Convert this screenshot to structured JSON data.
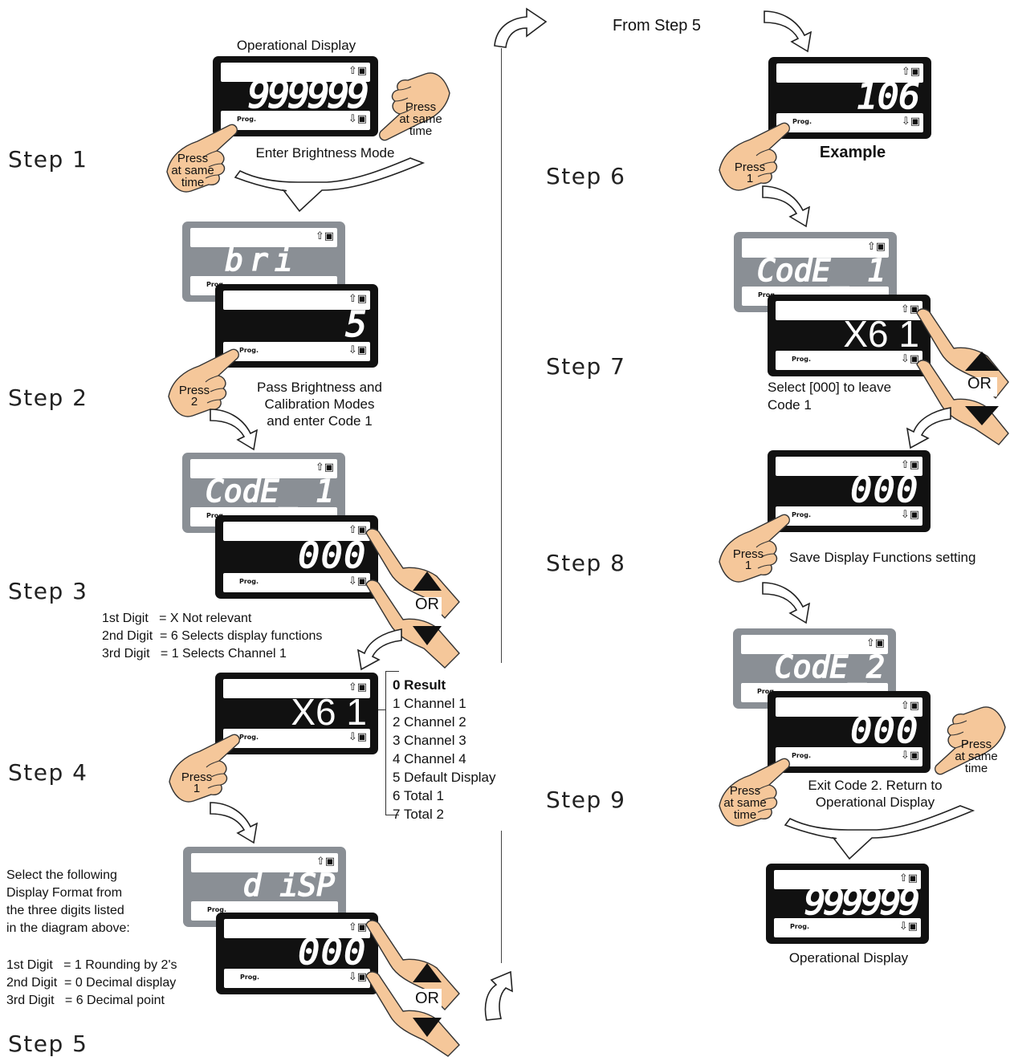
{
  "steps": {
    "s1": "Step 1",
    "s2": "Step 2",
    "s3": "Step 3",
    "s4": "Step 4",
    "s5": "Step 5",
    "s6": "Step 6",
    "s7": "Step 7",
    "s8": "Step 8",
    "s9": "Step 9"
  },
  "common": {
    "prog_label": "Prog.",
    "up_key": "⇧▣",
    "down_key": "⇩▣",
    "or": "OR"
  },
  "left": {
    "operational_display_title": "Operational Display",
    "op_value": "999999",
    "press_same_time_right": "Press\nat same\ntime",
    "press_same_time_left": "Press\nat same\ntime",
    "enter_brightness": "Enter Brightness Mode",
    "bri_value": "bri",
    "bright_value": "5",
    "press2": "Press\n2",
    "pass_modes": "Pass Brightness and\nCalibration Modes\nand enter Code 1",
    "code1_value": "CodE_ 1",
    "code_000": "000",
    "digit_info": "1st Digit   = X Not relevant\n2nd Digit  = 6 Selects display functions\n3rd Digit   = 1 Selects Channel 1",
    "x61_value": "X6 1",
    "press1": "Press\n1",
    "disp_value": "d iSP",
    "disp_000": "000",
    "select_format": "Select the following\nDisplay Format from\nthe three digits listed\nin the diagram above:",
    "format_digits": "1st Digit   = 1 Rounding by 2's\n2nd Digit  = 0 Decimal display\n3rd Digit   = 6 Decimal point"
  },
  "legend": {
    "title": "0 Result",
    "items": [
      "1 Channel 1",
      "2 Channel 2",
      "3 Channel 3",
      "4 Channel 4",
      "5 Default Display",
      "6 Total 1",
      "7 Total 2"
    ]
  },
  "right": {
    "from_step5": "From Step 5",
    "example_value": "106",
    "example": "Example",
    "press1_a": "Press\n1",
    "code1_value": "CodE_ 1",
    "x61_value": "X6 1",
    "select_000": "Select [000] to leave\nCode 1",
    "code_000": "000",
    "press1_b": "Press\n1",
    "save_display": "Save Display Functions setting",
    "code2_value": "CodE_2",
    "code2_000": "000",
    "press_same_time_right": "Press\nat same\ntime",
    "press_same_time_left": "Press\nat same\ntime",
    "exit_code2": "Exit Code 2. Return to\nOperational Display",
    "op_value": "999999",
    "operational_display": "Operational Display"
  },
  "colors": {
    "skin": "#f5c79a",
    "display": "#111111",
    "grey_panel": "#8a8f95"
  }
}
